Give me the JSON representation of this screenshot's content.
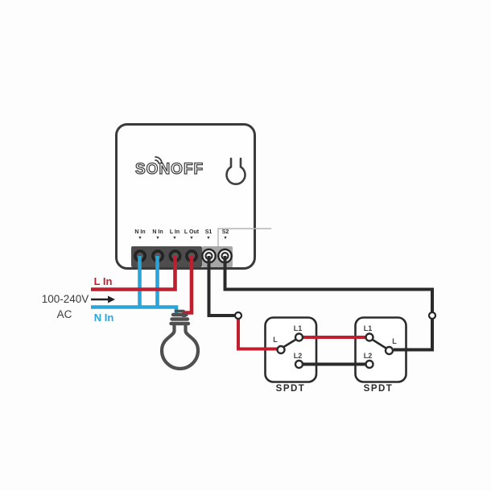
{
  "diagram": {
    "device": {
      "brand": "SONOFF",
      "terminals": [
        {
          "label": "N In"
        },
        {
          "label": "N In"
        },
        {
          "label": "L In"
        },
        {
          "label": "L Out"
        },
        {
          "label": "S1"
        },
        {
          "label": "S2"
        }
      ]
    },
    "icons": {
      "terminal_pointer": "▼"
    },
    "power_source": {
      "live_label": "L In",
      "voltage": "100-240V",
      "current": "AC",
      "neutral_label": "N In"
    },
    "switches": [
      {
        "common": "L",
        "pole1": "L1",
        "pole2": "L2",
        "type": "SPDT"
      },
      {
        "common": "L",
        "pole1": "L1",
        "pole2": "L2",
        "type": "SPDT"
      }
    ],
    "colors": {
      "live_wire": "#c01f30",
      "neutral_wire": "#2aa5da",
      "signal_wire": "#2a2a2a",
      "device_outline": "#3a3a3a",
      "bulb": "#4f4f4f"
    }
  }
}
